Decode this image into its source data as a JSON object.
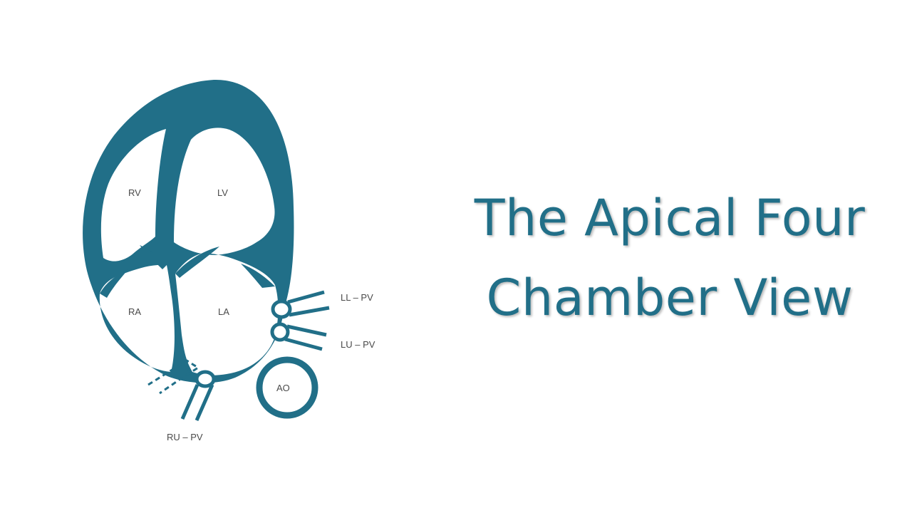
{
  "title": {
    "line1": "The Apical Four",
    "line2": "Chamber View"
  },
  "diagram": {
    "chambers": {
      "rv": "RV",
      "lv": "LV",
      "ra": "RA",
      "la": "LA",
      "ao": "AO"
    },
    "vessels": {
      "ll_pv": "LL – PV",
      "lu_pv": "LU – PV",
      "ru_pv": "RU – PV"
    }
  },
  "colors": {
    "heart": "#216f88",
    "label": "#4a4a4a",
    "title": "#216f88"
  }
}
